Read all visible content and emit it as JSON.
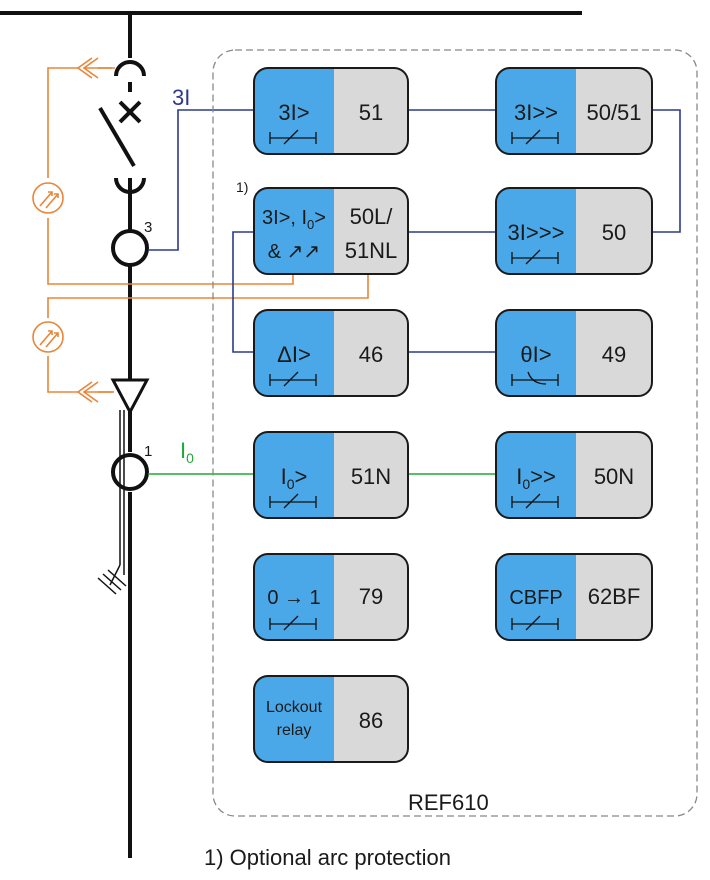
{
  "labels": {
    "current_3i": "3I",
    "current_i0": "I",
    "current_i0_sub": "0",
    "ct3_index": "3",
    "ct1_index": "1",
    "footnote_marker": "1)",
    "device_name": "REF610",
    "footnote_text": "1)  Optional arc protection"
  },
  "blocks": [
    {
      "id": "b51",
      "symbol": "3I>",
      "code": "51",
      "curve": "inverse"
    },
    {
      "id": "b5051",
      "symbol": "3I>>",
      "code": "50/51",
      "curve": "inverse"
    },
    {
      "id": "b50l",
      "symbol_line1": "3I>, I",
      "symbol_sub": "0",
      "symbol_line1_tail": ">",
      "symbol_line2": "& ↗↗",
      "code_line1": "50L/",
      "code_line2": "51NL",
      "curve": "none"
    },
    {
      "id": "b50",
      "symbol": "3I>>>",
      "code": "50",
      "curve": "inverse"
    },
    {
      "id": "b46",
      "symbol": "ΔI>",
      "code": "46",
      "curve": "inverse"
    },
    {
      "id": "b49",
      "symbol": "θI>",
      "code": "49",
      "curve": "thermal"
    },
    {
      "id": "b51n",
      "symbol": "I",
      "symbol_sub": "0",
      "symbol_tail": ">",
      "code": "51N",
      "curve": "inverse"
    },
    {
      "id": "b50n",
      "symbol": "I",
      "symbol_sub": "0",
      "symbol_tail": ">>",
      "code": "50N",
      "curve": "inverse"
    },
    {
      "id": "b79",
      "symbol": "0 → 1",
      "code": "79",
      "curve": "inverse"
    },
    {
      "id": "b62bf",
      "symbol": "CBFP",
      "code": "62BF",
      "curve": "inverse"
    },
    {
      "id": "b86",
      "symbol_line1": "Lockout",
      "symbol_line2": "relay",
      "code": "86",
      "curve": "none"
    }
  ],
  "colors": {
    "block_left": "#4aa8e8",
    "block_right": "#d9d9d9",
    "blue_link": "#2b3a8a",
    "orange_arc": "#e8853a",
    "green_i0": "#22a836"
  }
}
